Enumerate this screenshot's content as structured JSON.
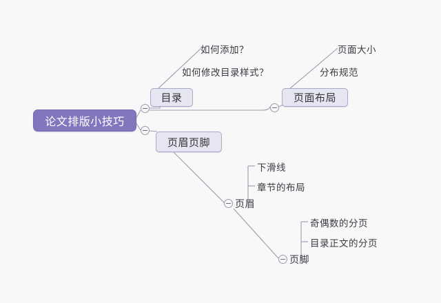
{
  "app": {
    "type": "mind-map",
    "background_color": "#f8f8f9",
    "root_color": "#8276bd",
    "node_fill_color": "#e6e6f2",
    "node_border_color": "#a9a8c6",
    "edge_color": "#9b9aaf",
    "text_color": "#33333a"
  },
  "mindmap": {
    "root": {
      "label": "论文排版小技巧"
    },
    "branches": [
      {
        "label": "目录",
        "children": [
          {
            "label": "如何添加？"
          },
          {
            "label": "如何修改目录样式？"
          }
        ]
      },
      {
        "label": "页面布局",
        "children": [
          {
            "label": "页面大小"
          },
          {
            "label": "分布规范"
          }
        ]
      },
      {
        "label": "页眉页脚",
        "children": [
          {
            "label": "页眉",
            "children": [
              {
                "label": "下滑线"
              },
              {
                "label": "章节的布局"
              }
            ]
          },
          {
            "label": "页脚",
            "children": [
              {
                "label": "奇偶数的分页"
              },
              {
                "label": "目录正文的分页"
              }
            ]
          }
        ]
      }
    ]
  },
  "toggles": {
    "collapse_icon": "minus-circle-icon",
    "state": "expanded"
  }
}
